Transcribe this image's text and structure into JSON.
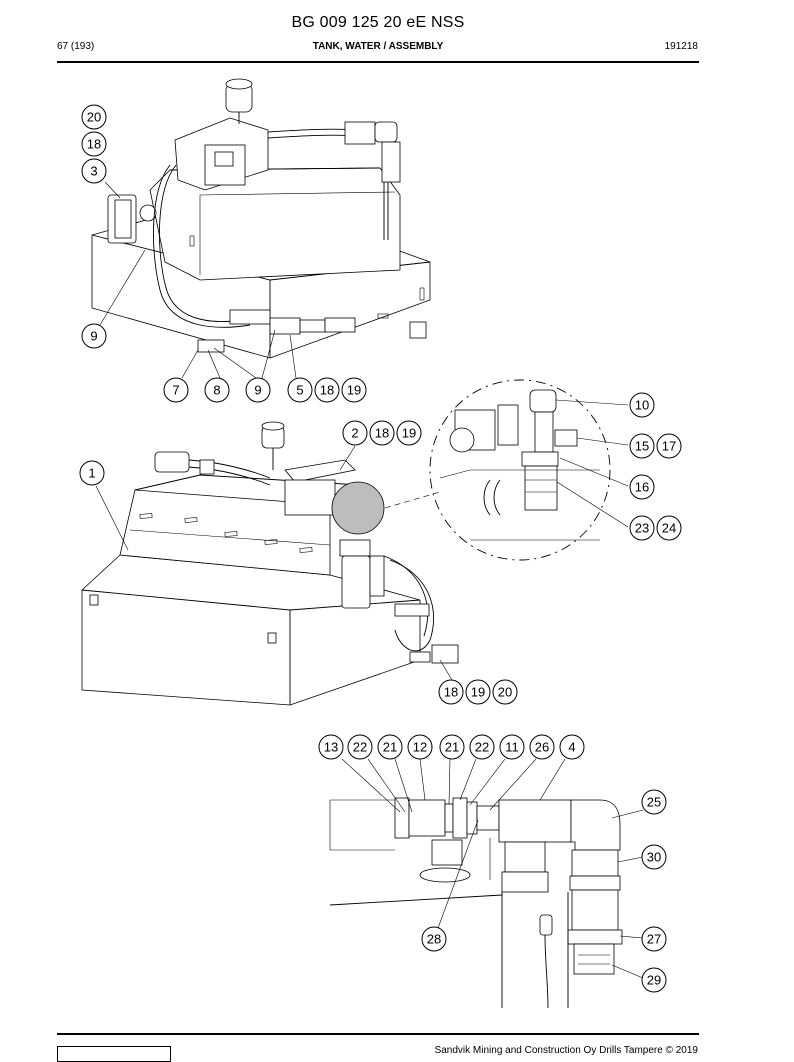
{
  "header": {
    "doc_title": "BG 009 125 20 eE NSS",
    "page": "67 (193)",
    "section": "TANK, WATER / ASSEMBLY",
    "code": "191218"
  },
  "footer": {
    "copyright": "Sandvik Mining and Construction Oy Drills Tampere © 2019"
  },
  "callouts": {
    "top": [
      "20",
      "18",
      "3",
      "9",
      "7",
      "8",
      "9",
      "5",
      "18",
      "19"
    ],
    "middle": [
      "2",
      "18",
      "19",
      "1",
      "18",
      "19",
      "20"
    ],
    "detail": [
      "10",
      "15",
      "17",
      "16",
      "23",
      "24"
    ],
    "bottom": [
      "13",
      "22",
      "21",
      "12",
      "21",
      "22",
      "11",
      "26",
      "4",
      "25",
      "30",
      "27",
      "29",
      "28"
    ]
  }
}
